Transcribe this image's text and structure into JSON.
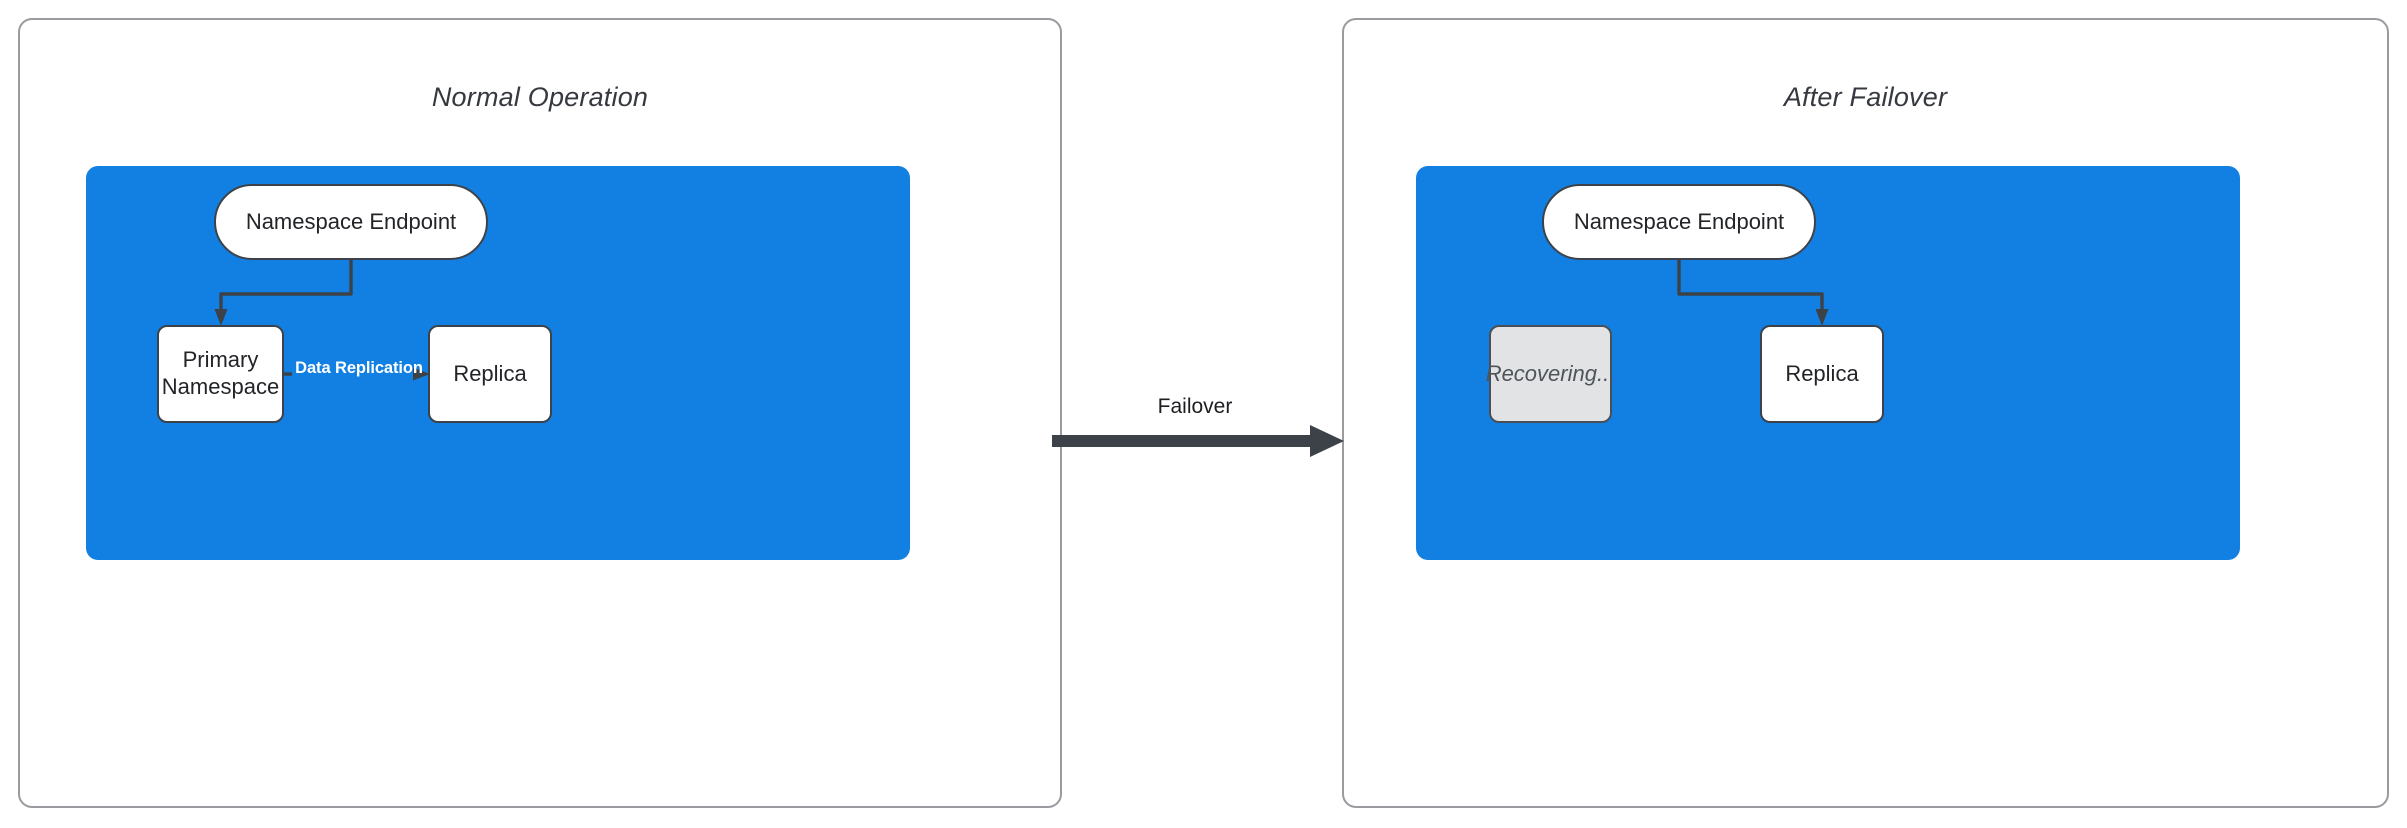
{
  "diagram": {
    "type": "flow-diagram",
    "background_color": "#ffffff",
    "accent_color": "#1280E2",
    "line_color": "#3d4248",
    "muted_fill": "#E2E3E5"
  },
  "panels": [
    {
      "id": "normal-operation",
      "title": "Normal Operation",
      "container": {
        "fill": "#1280E2",
        "nodes": [
          {
            "id": "endpoint",
            "label": "Namespace Endpoint",
            "shape": "pill",
            "fill": "#ffffff"
          },
          {
            "id": "primary",
            "label": "Primary\nNamespace",
            "line1": "Primary",
            "line2": "Namespace",
            "shape": "rounded-rect",
            "fill": "#ffffff"
          },
          {
            "id": "replica",
            "label": "Replica",
            "shape": "rounded-rect",
            "fill": "#ffffff"
          }
        ],
        "edges": [
          {
            "from": "endpoint",
            "to": "primary",
            "label": "",
            "style": "elbow-arrow"
          },
          {
            "from": "primary",
            "to": "replica",
            "label": "Data Replication",
            "style": "straight-arrow",
            "label_color": "#ffffff"
          }
        ]
      }
    },
    {
      "id": "after-failover",
      "title": "After Failover",
      "container": {
        "fill": "#1280E2",
        "nodes": [
          {
            "id": "endpoint",
            "label": "Namespace Endpoint",
            "shape": "pill",
            "fill": "#ffffff"
          },
          {
            "id": "recovering",
            "label": "Recovering...",
            "shape": "rounded-rect",
            "fill": "#E2E3E5",
            "state": "disabled"
          },
          {
            "id": "replica",
            "label": "Replica",
            "shape": "rounded-rect",
            "fill": "#ffffff"
          }
        ],
        "edges": [
          {
            "from": "endpoint",
            "to": "replica",
            "label": "",
            "style": "elbow-arrow"
          }
        ]
      }
    }
  ],
  "transition": {
    "label": "Failover",
    "direction": "left-to-right",
    "color": "#3d4248"
  }
}
